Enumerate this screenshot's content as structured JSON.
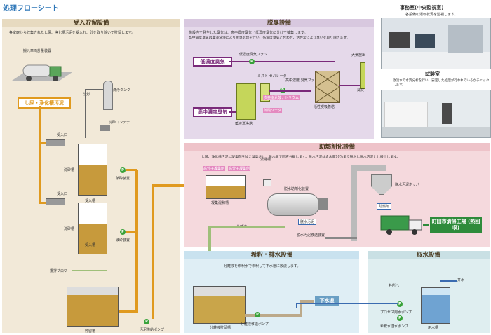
{
  "page_title": "処理フローシート",
  "receiving": {
    "title": "受入貯留設備",
    "desc": "各家庭から収集されたし尿、浄化槽汚泥を受入れ、砂を取り除いて貯留します。",
    "truck_scale": "搬入車両計量装置",
    "source": "し尿・浄化槽汚泥",
    "grit_tank": "沈砂洗浄タンク",
    "grit_container": "沈砂コンテナ",
    "inlet1": "受入口",
    "inlet2": "受入口",
    "grit_basin1": "沈砂槽",
    "grit_basin2": "沈砂槽",
    "recv_tank1": "受入槽",
    "recv_tank2": "受入槽",
    "crusher1": "破砕装置",
    "crusher2": "破砕装置",
    "blower": "攪拌ブロワ",
    "storage": "貯留槽",
    "pump": "汚泥供給ポンプ",
    "hole_label": "沈砂"
  },
  "deodor": {
    "title": "脱臭設備",
    "desc1": "施設内で発生した臭気は、高中濃度臭気と低濃度臭気に分けて捕集します。",
    "desc2": "高中濃度臭気は薬液洗浄により脱臭処理を行い、低濃度臭気と合わせ、活性炭により臭いを取り除きます。",
    "low_gas": "低濃度臭気",
    "high_gas": "高中濃度臭気",
    "low_fan": "低濃度臭気ファン",
    "mist": "ミスト セパレータ",
    "high_fan": "高中濃度 臭気ファン",
    "chem_tower": "薬液洗浄塔",
    "carbon": "活性炭吸着塔",
    "stack": "大気放出",
    "exhaust": "臭突",
    "naoh": "次亜塩素酸ナトリウム",
    "h2so4": "硫酸ソーダ"
  },
  "office": {
    "title": "事務室(中央監視室)",
    "desc": "各設備の運転状況を監視します。",
    "lab_title": "試験室",
    "lab_desc": "放流水の水質分析を行い、安定した処理が行われているかチェックします。"
  },
  "fuel": {
    "title": "助燃剤化設備",
    "desc": "し尿、浄化槽汚泥に凝集剤を加え凝集させ、脱水機で固液分離します。脱水汚泥は含水率70%まで脱水し脱水汚泥とし搬出します。",
    "polymer1": "高分子凝集剤",
    "polymer2": "高分子凝集剤",
    "floc_tank": "凝集混和槽",
    "concentrate": "濃縮槽",
    "dewater": "脱水助剤化装置",
    "cake": "脱水汚泥",
    "conveyor": "脱水汚泥移送装置",
    "hopper": "脱水汚泥ホッパ",
    "fuel_label": "助燃剤",
    "separated": "分離液",
    "destination": "町田市清掃工場 (熱回収)"
  },
  "dilution": {
    "title": "希釈・排水設備",
    "desc": "分離液を希釈水で希釈して下水道に放流します。",
    "tank": "分離液貯留槽",
    "pump": "分離液移送ポンプ",
    "sewer": "下水道"
  },
  "intake": {
    "title": "取水設備",
    "well": "井水",
    "use": "各所へ",
    "process_pump": "プロセス用水ポンプ",
    "dil_pump": "希釈水送水ポンプ",
    "water_tank": "用水槽"
  },
  "colors": {
    "recv_bg": "#f2e9d8",
    "deodor_bg": "#e5d9ea",
    "fuel_bg": "#f5d9dd",
    "dilution_bg": "#dfeef5",
    "intake_bg": "#dfeef0",
    "orange_pipe": "#e09a1f",
    "green_pump": "#39a23a",
    "dest_green": "#2e8b3b"
  }
}
